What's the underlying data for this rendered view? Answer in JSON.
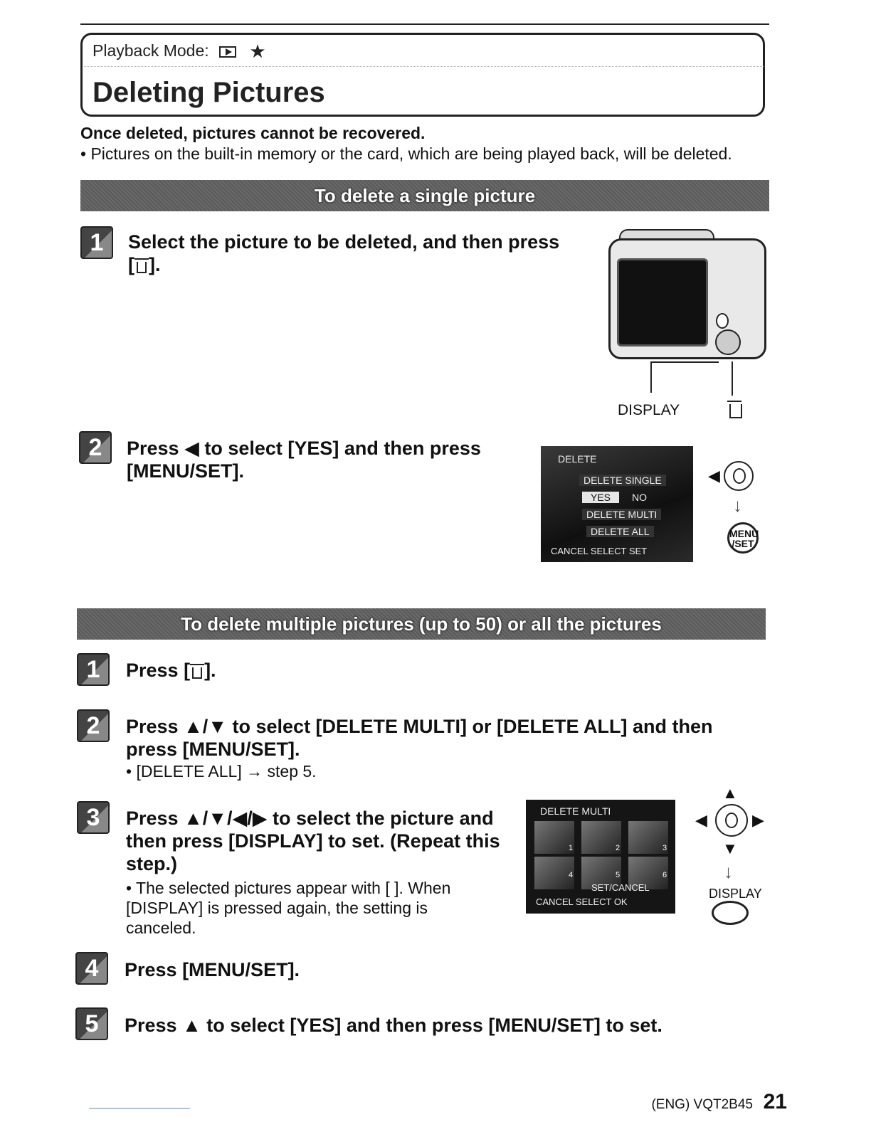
{
  "header": {
    "mode_label": "Playback Mode:",
    "title": "Deleting Pictures",
    "mode_icons": [
      "playback-icon",
      "star-icon"
    ]
  },
  "intro": {
    "warning": "Once deleted, pictures cannot be recovered.",
    "note": "• Pictures on the built-in memory or the card, which are being played back, will be deleted."
  },
  "single": {
    "heading": "To delete a single picture",
    "steps": [
      {
        "num": "1",
        "text": "Select the picture to be deleted, and then press",
        "tail": "]."
      },
      {
        "num": "2",
        "text": "Press ◀ to select [YES] and then press [MENU/SET]."
      }
    ],
    "camera_labels": {
      "display": "DISPLAY"
    },
    "screen": {
      "title": "DELETE",
      "single": "DELETE SINGLE",
      "yes": "YES",
      "no": "NO",
      "multi": "DELETE MULTI",
      "all": "DELETE ALL",
      "footer": "CANCEL SELECT SET"
    },
    "menuset_label": "MENU /SET"
  },
  "multiple": {
    "heading": "To delete multiple pictures (up to 50) or all the pictures",
    "steps": [
      {
        "num": "1",
        "text": "Press [",
        "tail": "]."
      },
      {
        "num": "2",
        "text": "Press ▲/▼ to select [DELETE MULTI] or [DELETE ALL] and then press [MENU/SET].",
        "bullet": "• [DELETE ALL] → step 5."
      },
      {
        "num": "3",
        "text": "Press ▲/▼/◀/▶ to select the picture and then press [DISPLAY] to set. (Repeat this step.)",
        "bullet": "• The selected pictures appear with [ ]. When [DISPLAY] is pressed again, the setting is canceled."
      },
      {
        "num": "4",
        "text": "Press [MENU/SET]."
      },
      {
        "num": "5",
        "text": "Press ▲ to select [YES] and then press [MENU/SET] to set."
      }
    ],
    "screen": {
      "title": "DELETE MULTI",
      "thumbs": [
        "1",
        "2",
        "3",
        "4",
        "5",
        "6"
      ],
      "set_cancel": "SET/CANCEL",
      "footer": "CANCEL SELECT OK"
    },
    "display_label": "DISPLAY"
  },
  "footer": {
    "code": "(ENG) VQT2B45",
    "page": "21"
  }
}
